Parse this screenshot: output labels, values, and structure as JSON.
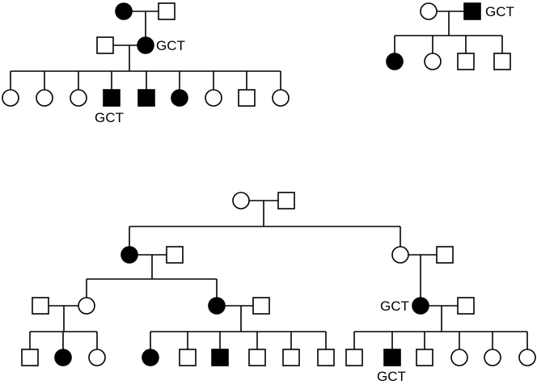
{
  "colors": {
    "affected": "#000000",
    "unaffected": "#ffffff",
    "line": "#000000"
  },
  "labels": {
    "gct": "GCT"
  },
  "symbols": {
    "female": "circle",
    "male": "square",
    "affected": "filled black",
    "unaffected": "open white"
  },
  "families": [
    {
      "id": "family-1",
      "generations": [
        {
          "members": [
            {
              "sex": "female",
              "affected": true
            },
            {
              "sex": "male",
              "affected": false
            }
          ]
        },
        {
          "members": [
            {
              "sex": "male",
              "affected": false
            },
            {
              "sex": "female",
              "affected": true,
              "label": "GCT"
            }
          ]
        },
        {
          "members": [
            {
              "sex": "female",
              "affected": false
            },
            {
              "sex": "female",
              "affected": false
            },
            {
              "sex": "female",
              "affected": false
            },
            {
              "sex": "male",
              "affected": true,
              "label": "GCT"
            },
            {
              "sex": "male",
              "affected": true
            },
            {
              "sex": "female",
              "affected": true
            },
            {
              "sex": "female",
              "affected": false
            },
            {
              "sex": "male",
              "affected": false
            },
            {
              "sex": "female",
              "affected": false
            }
          ]
        }
      ]
    },
    {
      "id": "family-2",
      "generations": [
        {
          "members": [
            {
              "sex": "female",
              "affected": false
            },
            {
              "sex": "male",
              "affected": true,
              "label": "GCT"
            }
          ]
        },
        {
          "members": [
            {
              "sex": "female",
              "affected": true
            },
            {
              "sex": "female",
              "affected": false
            },
            {
              "sex": "male",
              "affected": false
            },
            {
              "sex": "male",
              "affected": false
            }
          ]
        }
      ]
    },
    {
      "id": "family-3",
      "generations": [
        {
          "members": [
            {
              "sex": "female",
              "affected": false
            },
            {
              "sex": "male",
              "affected": false
            }
          ]
        },
        {
          "members": [
            {
              "sex": "female",
              "affected": true
            },
            {
              "sex": "male",
              "affected": false
            },
            {
              "sex": "female",
              "affected": false
            },
            {
              "sex": "male",
              "affected": false
            }
          ]
        },
        {
          "members": [
            {
              "sex": "male",
              "affected": false
            },
            {
              "sex": "female",
              "affected": false
            },
            {
              "sex": "female",
              "affected": true
            },
            {
              "sex": "male",
              "affected": false
            },
            {
              "sex": "female",
              "affected": true,
              "label": "GCT"
            },
            {
              "sex": "male",
              "affected": false
            }
          ]
        },
        {
          "members": [
            {
              "sex": "male",
              "affected": false
            },
            {
              "sex": "female",
              "affected": true
            },
            {
              "sex": "female",
              "affected": false
            },
            {
              "sex": "female",
              "affected": true
            },
            {
              "sex": "male",
              "affected": false
            },
            {
              "sex": "male",
              "affected": true
            },
            {
              "sex": "male",
              "affected": false
            },
            {
              "sex": "male",
              "affected": false
            },
            {
              "sex": "male",
              "affected": false
            },
            {
              "sex": "male",
              "affected": false
            },
            {
              "sex": "male",
              "affected": true,
              "label": "GCT"
            },
            {
              "sex": "male",
              "affected": false
            },
            {
              "sex": "female",
              "affected": false
            },
            {
              "sex": "female",
              "affected": false
            },
            {
              "sex": "female",
              "affected": false
            }
          ]
        }
      ]
    }
  ]
}
